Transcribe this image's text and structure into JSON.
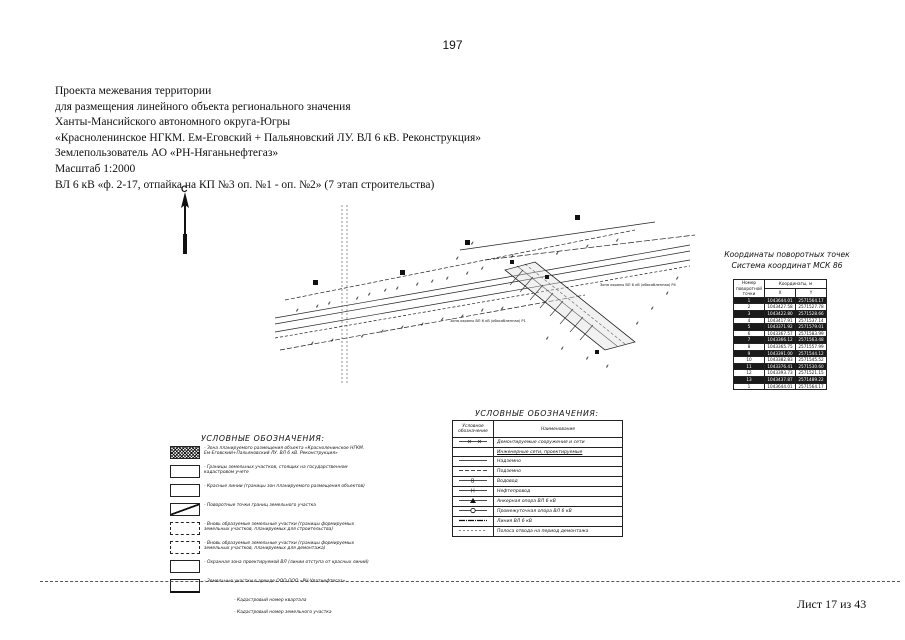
{
  "page_number": "197",
  "header": {
    "line1": "Проекта межевания территории",
    "line2": "для размещения линейного объекта регионального значения",
    "line3": "Ханты-Мансийского автономного округа-Югры",
    "line4": "«Красноленинское НГКМ. Ем-Еговский + Пальяновский ЛУ. ВЛ 6 кВ. Реконструкция»",
    "line5": "Землепользователь АО «РН-Няганьнефтегаз»",
    "line6": "Масштаб 1:2000",
    "line7": "ВЛ 6 кВ «ф. 2-17, отпайка на КП №3 оп. №1 - оп. №2» (7 этап строительства)"
  },
  "north_label": "С",
  "coordinates": {
    "title1": "Координаты поворотных точек",
    "title2": "Система координат МСК 86",
    "col_num": "Номер поворотной точки",
    "col_coords": "Координаты, м",
    "col_x": "X",
    "col_y": "Y",
    "rows": [
      {
        "n": "1",
        "x": "1043644.01",
        "y": "2571564.17"
      },
      {
        "n": "2",
        "x": "1043427.58",
        "y": "2571527.78"
      },
      {
        "n": "3",
        "x": "1043422.80",
        "y": "2571528.66"
      },
      {
        "n": "4",
        "x": "1043417.91",
        "y": "2571537.14"
      },
      {
        "n": "5",
        "x": "1043371.92",
        "y": "2571579.01"
      },
      {
        "n": "6",
        "x": "1043367.57",
        "y": "2571583.99"
      },
      {
        "n": "7",
        "x": "1043366.12",
        "y": "2571563.48"
      },
      {
        "n": "8",
        "x": "1043365.75",
        "y": "2571557.99"
      },
      {
        "n": "9",
        "x": "1043391.00",
        "y": "2571544.12"
      },
      {
        "n": "10",
        "x": "1043382.83",
        "y": "2571545.52"
      },
      {
        "n": "11",
        "x": "1043376.41",
        "y": "2571530.60"
      },
      {
        "n": "12",
        "x": "1043393.73",
        "y": "2571521.15"
      },
      {
        "n": "13",
        "x": "1043437.87",
        "y": "2571489.22"
      },
      {
        "n": "1",
        "x": "1043644.01",
        "y": "2571564.17"
      }
    ]
  },
  "legend_right": {
    "title": "УСЛОВНЫЕ ОБОЗНАЧЕНИЯ:",
    "col_symbol": "Условное обозначение",
    "col_name": "Наименование",
    "items": [
      "Демонтируемые сооружения и сети",
      "Инженерные сети, проектируемые",
      "Надземно",
      "Подземно",
      "Водовод",
      "Нефтепровод",
      "Анкерная опора ВЛ 6 кВ",
      "Промежуточная опора ВЛ 6 кВ",
      "Линия ВЛ 6 кВ",
      "Полоса отвода на период демонтажа"
    ]
  },
  "legend_left": {
    "title": "УСЛОВНЫЕ ОБОЗНАЧЕНИЯ:",
    "items": [
      "- Зона планируемого размещения объекта «Красноленинское НГКМ. Ем-Еговский+Пальяновский ЛУ. ВЛ 6 кВ. Реконструкция»",
      "- Границы земельных участков, стоящих на государственном кадастровом учете",
      "- Красные линии (границы зон планируемого размещения объектов)",
      "- Поворотные точки границ земельного участка",
      "- Вновь образуемые земельные участки (границы формируемых земельных участков, планируемых для строительства)",
      "- Вновь образуемые земельные участки (границы формируемых земельных участков, планируемых для демонтажа)",
      "- Охранная зона проектируемой ВЛ (линии отступа от красных линий)",
      "- Земельные участки в аренде ООО ООО «РН-Уватнефтегаз»",
      "- Кадастровый номер квартала",
      "- Кадастровый номер земельного участка"
    ]
  },
  "map_labels": {
    "zone1": "Зона охраны ВЛ 6 кВ (обособленная) Р1",
    "zone2": "Зона охраны ВЛ 6 кВ (обособленная) Р4"
  },
  "sheet": "Лист 17 из 43"
}
